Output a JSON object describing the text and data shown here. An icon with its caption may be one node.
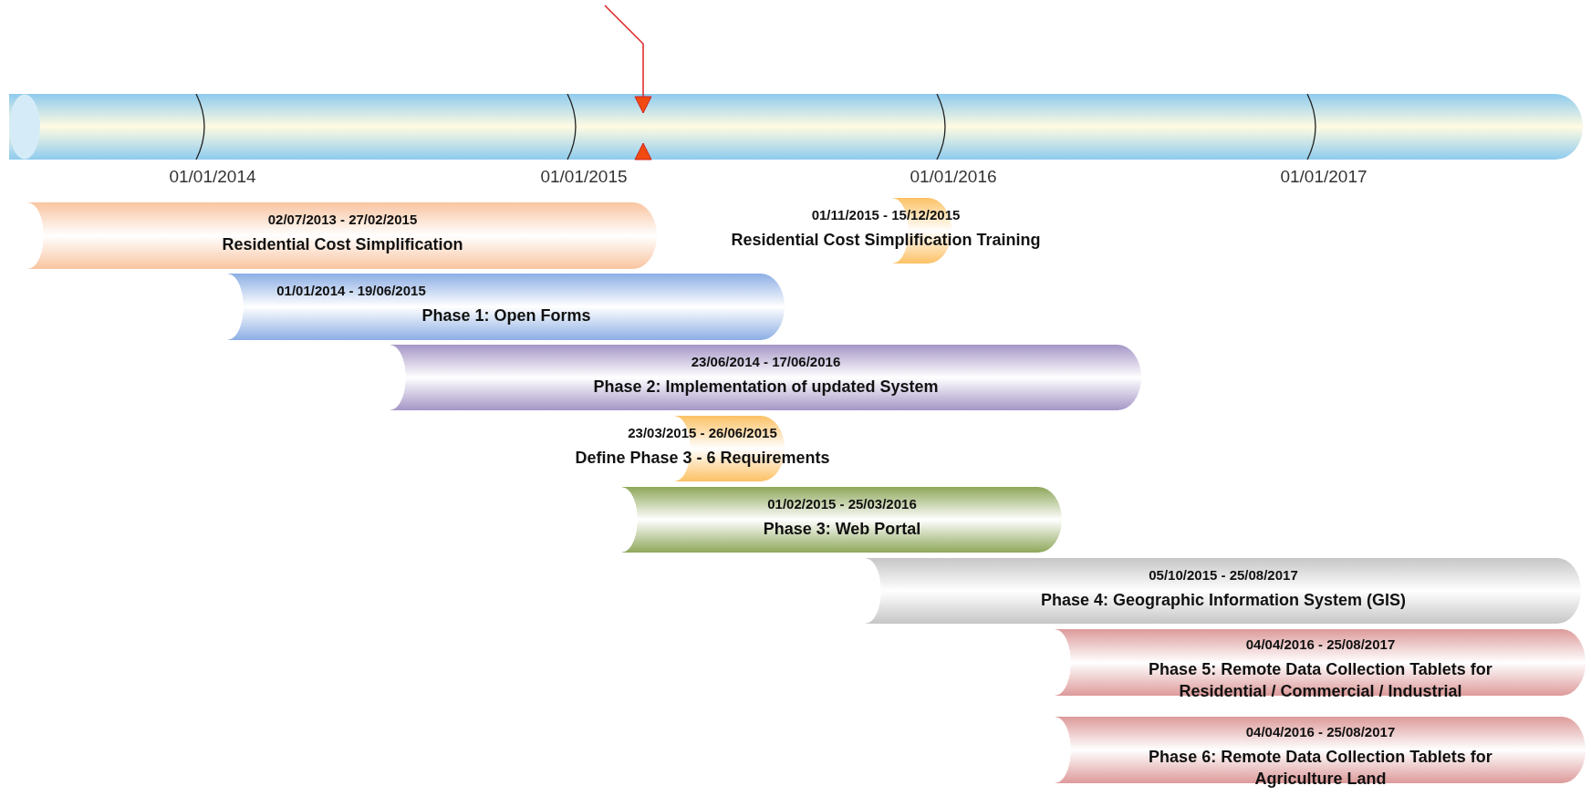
{
  "diagram": {
    "nodes": [
      {
        "text": [],
        "shape": "cylinder"
      },
      {
        "text": [
          "02/07/2013 - 27/02/2015",
          "Residential Cost Simplification"
        ]
      },
      {
        "text": [
          "01/11/2015 - 15/12/2015",
          "Residential Cost Simplification Training"
        ]
      },
      {
        "text": [
          "01/01/2014 - 19/06/2015",
          "Phase 1:  Open Forms"
        ]
      },
      {
        "text": [
          "23/06/2014 - 17/06/2016",
          "Phase 2: Implementation of updated System"
        ]
      },
      {
        "text": [
          "23/03/2015 - 26/06/2015",
          "Define Phase 3 - 6 Requirements"
        ]
      },
      {
        "text": [
          "01/02/2015 - 25/03/2016",
          "Phase 3: Web Portal"
        ]
      },
      {
        "text": [
          "05/10/2015 - 25/08/2017",
          "Phase 4: Geographic Information System (GIS)"
        ]
      },
      {
        "text": [
          "04/04/2016 - 25/08/2017",
          "Phase 5: Remote Data Collection Tablets for Residential / Commercial / Industrial"
        ]
      },
      {
        "text": [
          "04/04/2016 - 25/08/2017",
          "Phase 6: Remote Data Collection Tablets for Agriculture Land"
        ]
      }
    ],
    "labels": [
      "01/01/2014",
      "01/01/2015",
      "01/01/2016",
      "01/01/2017"
    ]
  }
}
